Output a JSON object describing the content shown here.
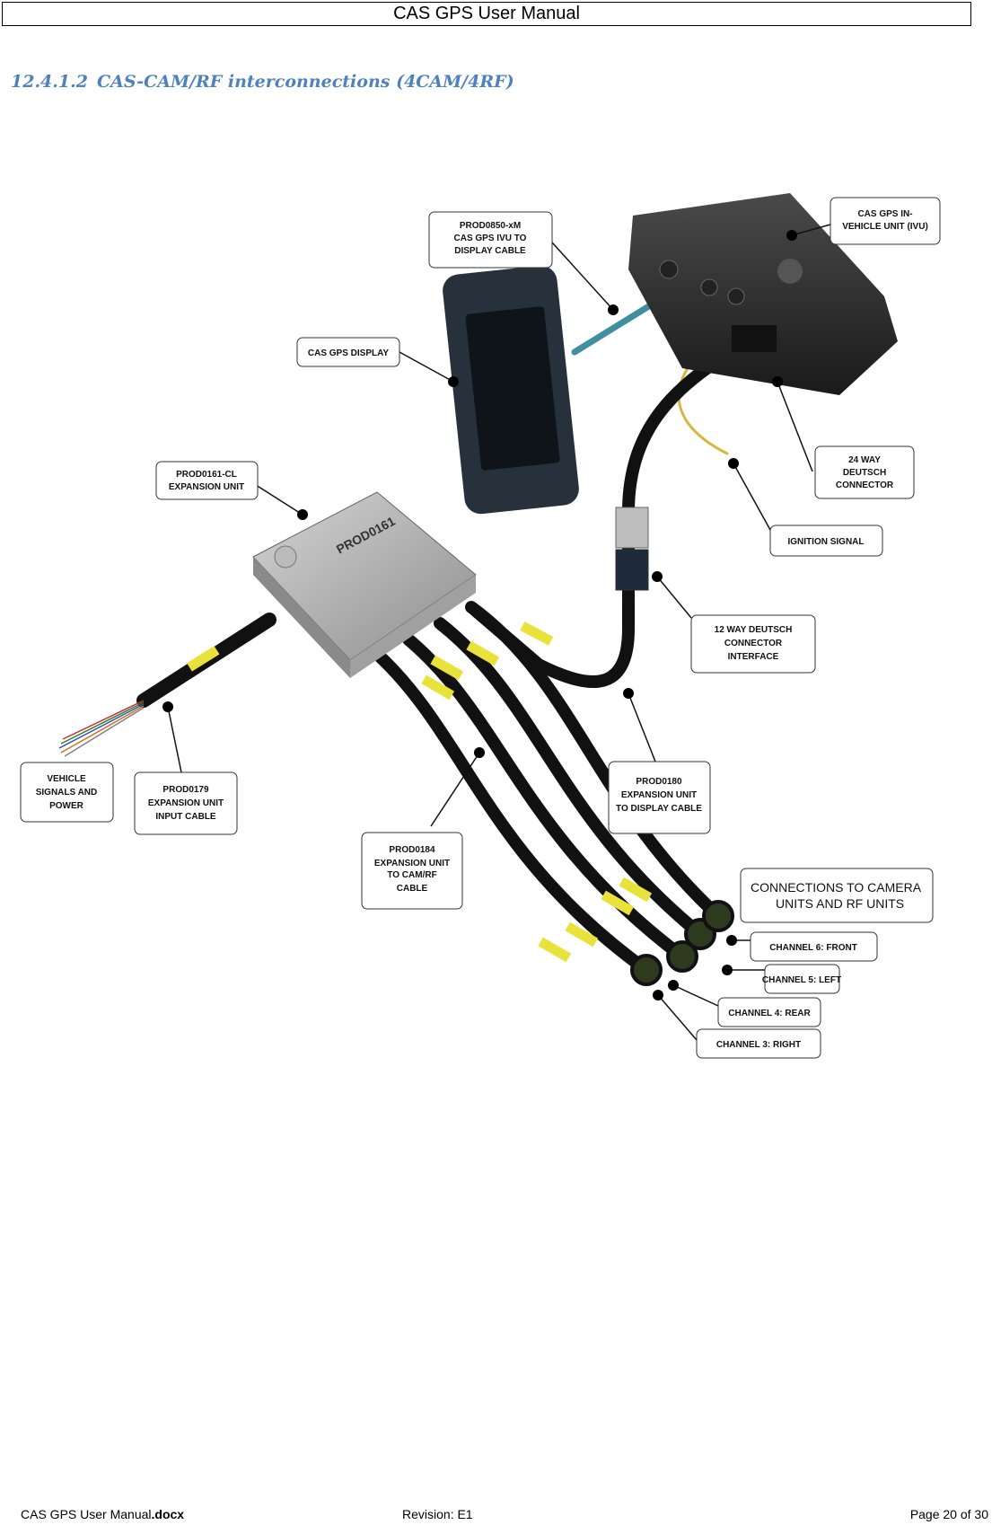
{
  "header": {
    "title": "CAS GPS User Manual"
  },
  "section": {
    "number": "12.4.1.2",
    "title": "CAS-CAM/RF interconnections (4CAM/4RF)"
  },
  "diagram": {
    "callouts": {
      "prod0850": [
        "PROD0850-xM",
        "CAS GPS IVU TO",
        "DISPLAY CABLE"
      ],
      "ivu": [
        "CAS GPS IN-",
        "VEHICLE UNIT (IVU)"
      ],
      "display": [
        "CAS GPS DISPLAY"
      ],
      "prod0161": [
        "PROD0161-CL",
        "EXPANSION UNIT"
      ],
      "deutsch24": [
        "24 WAY",
        "DEUTSCH",
        "CONNECTOR"
      ],
      "ignition": [
        "IGNITION SIGNAL"
      ],
      "deutsch12": [
        "12 WAY DEUTSCH",
        "CONNECTOR",
        "INTERFACE"
      ],
      "vehicle": [
        "VEHICLE",
        "SIGNALS AND",
        "POWER"
      ],
      "prod0179": [
        "PROD0179",
        "EXPANSION UNIT",
        "INPUT CABLE"
      ],
      "prod0180": [
        "PROD0180",
        "EXPANSION UNIT",
        "TO DISPLAY   CABLE"
      ],
      "prod0184": [
        "PROD0184",
        "EXPANSION UNIT",
        "TO CAM/RF",
        "CABLE"
      ],
      "connections": [
        "CONNECTIONS TO CAMERA",
        "UNITS AND RF UNITS"
      ],
      "ch6": [
        "CHANNEL 6: FRONT"
      ],
      "ch5": [
        "CHANNEL 5: LEFT"
      ],
      "ch4": [
        "CHANNEL 4: REAR"
      ],
      "ch3": [
        "CHANNEL 3: RIGHT"
      ]
    },
    "device_markings": {
      "expansion_unit_model": "PROD0161"
    }
  },
  "footer": {
    "filename": "CAS GPS User Manual",
    "extension": ".docx",
    "revision": "Revision: E1",
    "page": "Page 20 of 30"
  }
}
